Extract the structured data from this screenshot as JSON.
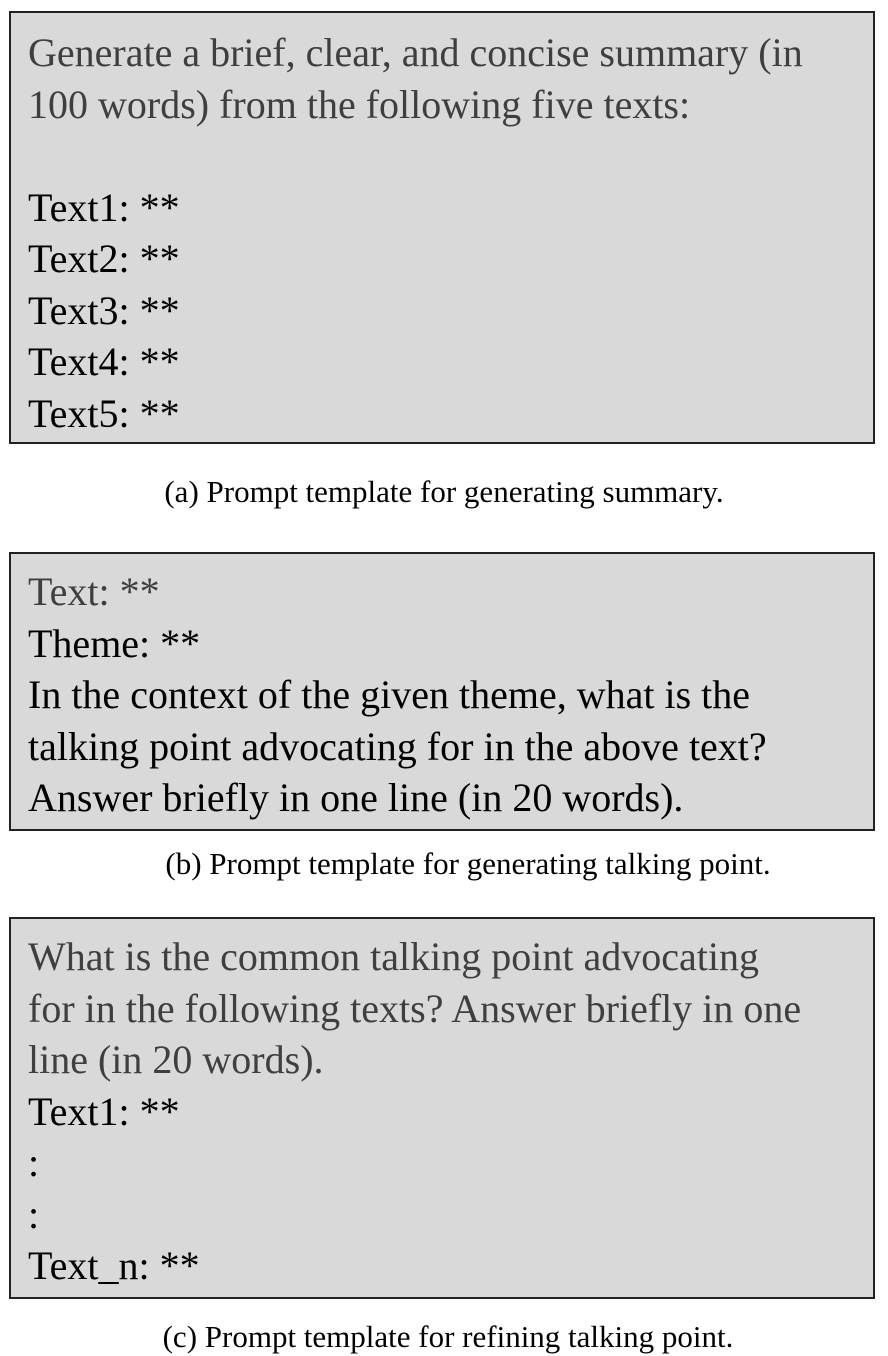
{
  "panel_a": {
    "lines": [
      "Generate a brief, clear, and concise summary (in",
      "100 words) from the following five texts:",
      "",
      "Text1: **",
      "Text2: **",
      "Text3: **",
      "Text4: **",
      "Text5: **"
    ],
    "caption": "(a) Prompt template for generating summary."
  },
  "panel_b": {
    "lines": [
      "Text: **",
      "Theme: **",
      "In the context of the given theme, what is the",
      "talking point advocating for in the above text?",
      "Answer briefly in one line (in 20 words)."
    ],
    "caption": "(b) Prompt template for generating talking point."
  },
  "panel_c": {
    "lines": [
      "What is the common talking point advocating",
      "for in the following texts? Answer briefly in one",
      "line (in 20 words).",
      "Text1: **",
      ":",
      ":",
      "Text_n: **"
    ],
    "caption": "(c) Prompt template for refining talking point."
  },
  "colors": {
    "box_background": "#d9d9d9",
    "box_border": "#222222",
    "instruction_text": "#3f3f3f",
    "text": "#000000"
  }
}
